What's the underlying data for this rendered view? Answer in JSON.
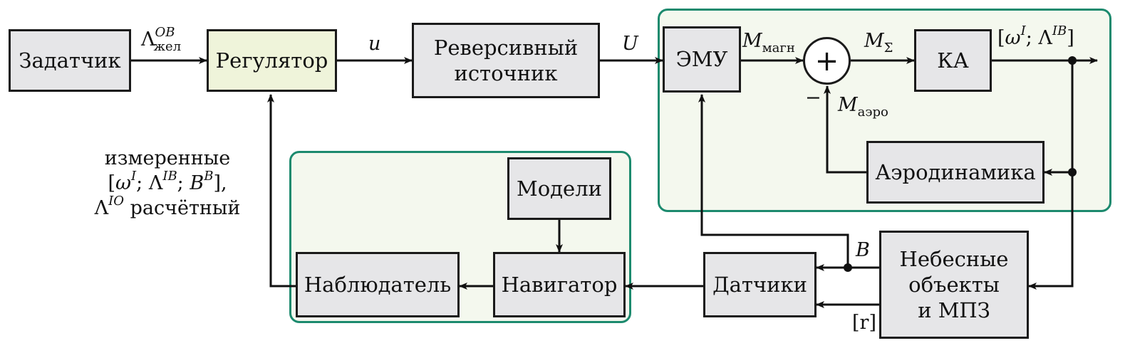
{
  "blocks": {
    "zadatchik": "Задатчик",
    "regulator": "Регулятор",
    "source_line1": "Реверсивный",
    "source_line2": "источник",
    "emu": "ЭМУ",
    "ka": "КА",
    "aero": "Аэродинамика",
    "models": "Модели",
    "observer": "Наблюдатель",
    "navigator": "Навигатор",
    "sensors": "Датчики",
    "celestial_line1": "Небесные",
    "celestial_line2": "объекты",
    "celestial_line3": "и МПЗ"
  },
  "signals": {
    "lambda_sym": "Λ",
    "lambda_sup": "OB",
    "lambda_sub": "жел",
    "u": "u",
    "U": "U",
    "m_sym": "M",
    "m_magn_sub": "магн",
    "m_sigma_sub": "Σ",
    "m_aero_sub": "аэро",
    "minus": "−",
    "output_text": "[ω; Λ]",
    "output_omega": "ω",
    "output_omega_sup": "I",
    "output_lambda_sup": "IB",
    "B": "B",
    "r": "[r]",
    "plus": "+"
  },
  "measured": {
    "line1": "измеренные",
    "line2_text": "[ω; Λ; B],",
    "line2_sup1": "I",
    "line2_sup2": "IB",
    "line2_sup3": "B",
    "line3_lambda": "Λ",
    "line3_sup": "IO",
    "line3_word": "расчётный"
  },
  "colors": {
    "group_border": "#1c8a6e",
    "group_fill": "#f4f8ee",
    "block_gray": "#e6e6e8",
    "block_regulator": "#eff4da"
  }
}
